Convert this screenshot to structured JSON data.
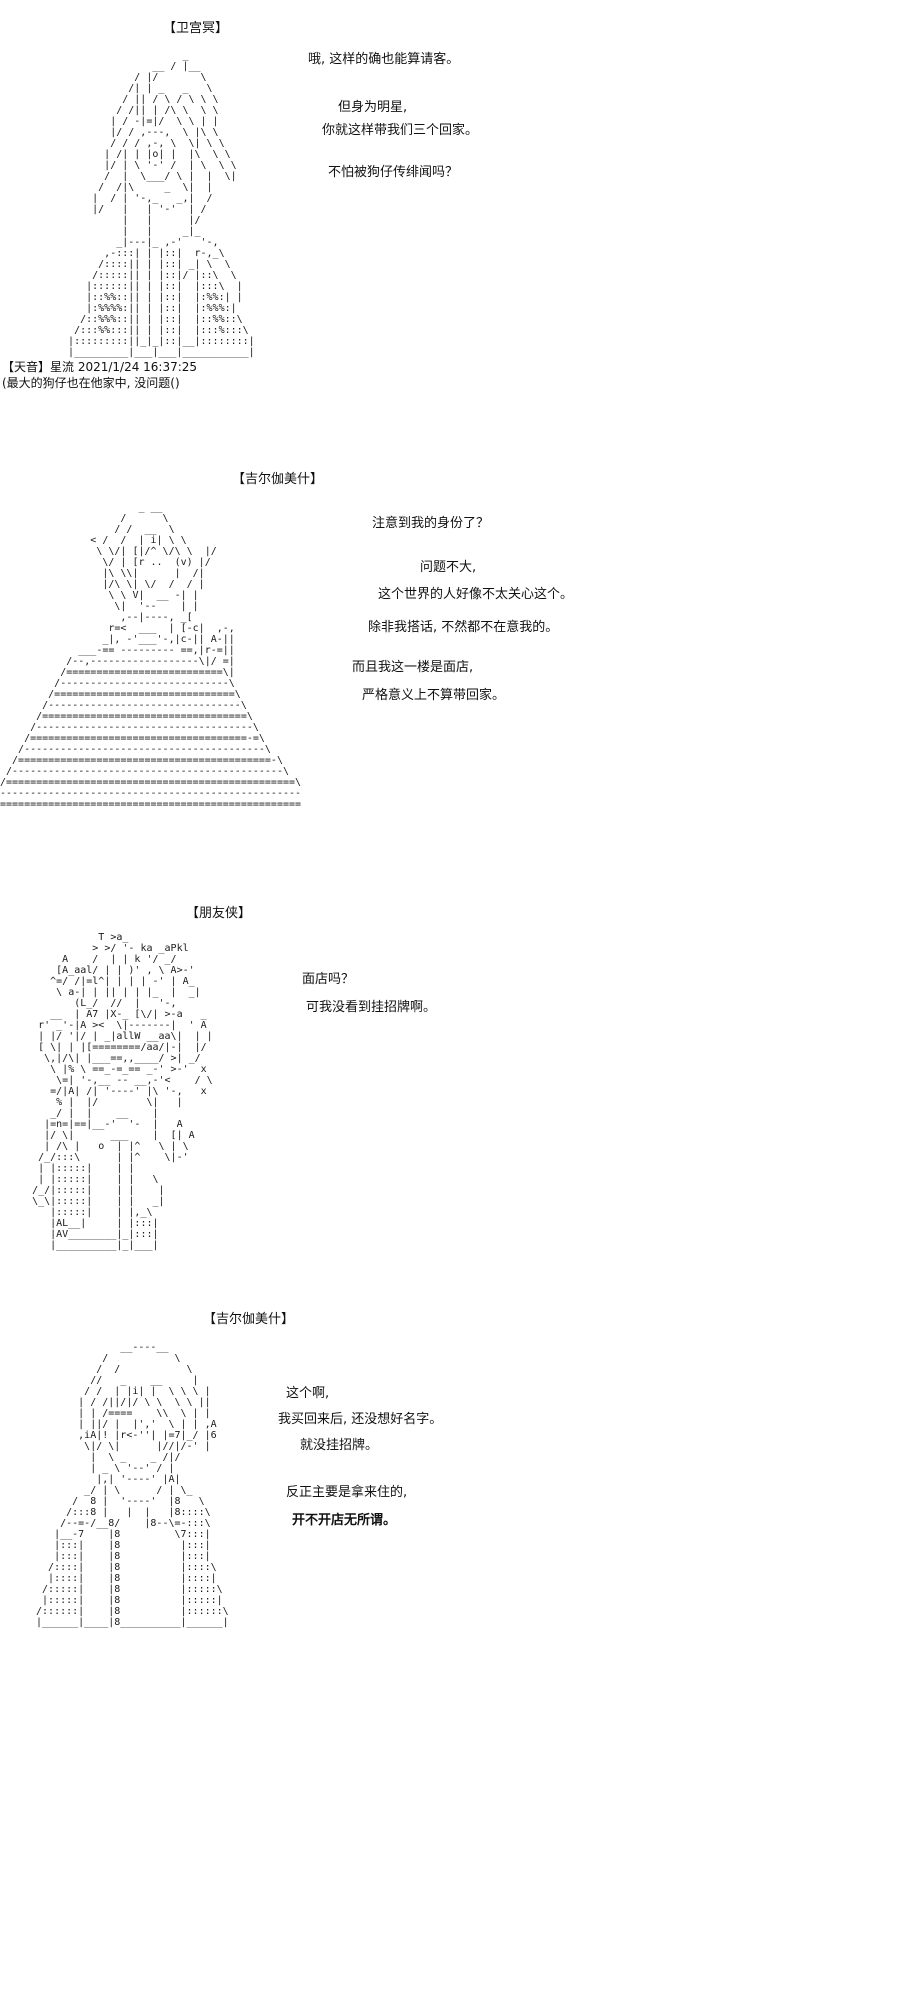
{
  "page": {
    "background": "#ffffff",
    "text_color": "#111111"
  },
  "sections": [
    {
      "title": "【卫宫冥】",
      "dialogue": [
        "哦, 这样的确也能算请客。",
        "但身为明星,",
        "你就这样带我们三个回家。",
        "不怕被狗仔传绯闻吗？"
      ],
      "meta": [
        "【天音】星流 2021/1/24 16:37:25",
        "(最大的狗仔也在他家中, 没问题()"
      ],
      "art": [
        "                      _",
        "                 __ / |__",
        "              / |/       \\",
        "             /| | _   _   \\",
        "            / || / \\ / \\ \\ \\",
        "           / /|| | /\\ \\  \\ \\",
        "          | / -|=|/  \\ \\ | |",
        "          |/ / ,---,  \\ |\\ \\",
        "          / / / ,-, \\  \\| \\ \\",
        "         | /| | |o| |  |\\  \\ \\",
        "         |/ | \\ '-' /  | \\  \\ \\",
        "         /  |  \\___/ \\ |  |  \\|",
        "        /  /|\\     _  \\|  |",
        "       |  / | '-,_   _,|  /",
        "       |/   |   | '-'  | /",
        "            |   |      |/",
        "            |   |     _|_",
        "           _|---|_ ,-'   '-,",
        "         ,-:::| | |::|  r-,_\\",
        "        /::::|| | |::| _| \\  \\",
        "       /:::::|| | |::|/ |::\\  \\",
        "      |::::::|| | |::|  |:::\\  |",
        "      |::%%::|| | |::|  |:%%:| |",
        "      |:%%%%:|| | |::|  |:%%%:|",
        "     /::%%%::|| | |::|  |::%%::\\",
        "    /:::%%:::|| | |::|  |:::%:::\\",
        "   |:::::::::||_|_|::|__|::::::::|",
        "   |_________|___|___|___________|"
      ]
    },
    {
      "title": "【吉尔伽美什】",
      "dialogue": [
        "注意到我的身份了？",
        "问题不大,",
        "这个世界的人好像不太关心这个。",
        "除非我搭话, 不然都不在意我的。",
        "而且我这一楼是面店,",
        "严格意义上不算带回家。"
      ],
      "meta": [],
      "art": [
        "                       _ __",
        "                    /      \\",
        "                   / /  __  \\",
        "               < /  /  | i| \\ \\",
        "                \\ \\/| [|/^ \\/\\ \\  |/",
        "                 \\/ | [r ..  (v) |/",
        "                 |\\ \\\\|      |  /|",
        "                 |/\\ \\| \\/  /  / |",
        "                  \\ \\ V|  __ -| |",
        "                   \\|  '--    | |",
        "                    ,--|----, _[",
        "                  r=<  ___  | [-c|  ,-,",
        "                 _|, -'___'-,|c-|| A-||",
        "             ___-== --------- ==,|r-=||",
        "           /--,------------------\\|/ =|",
        "          /==========================\\|",
        "         /----------------------------\\",
        "        /==============================\\",
        "       /--------------------------------\\",
        "      /==================================\\",
        "     /------------------------------------\\",
        "    /====================================-=\\",
        "   /----------------------------------------\\",
        "  /==========================================-\\",
        " /---------------------------------------------\\",
        "/================================================\\",
        "--------------------------------------------------",
        "=================================================="
      ]
    },
    {
      "title": "【朋友侠】",
      "dialogue": [
        "面店吗？",
        "可我没看到挂招牌啊。"
      ],
      "meta": [],
      "art": [
        "               T >a_",
        "              > >/ '- ka _aPkl",
        "         A    /  | | k '/ _/",
        "        [A_aal/ | | )' , \\ A>-'",
        "       ^=/ /|=l^| | | | -' | A_",
        "        \\ a-| | || | | |_  |  _|",
        "           (L_/  //  |   '-,",
        "       __  | A7 |X-_ [\\/| >-a   _",
        "     r' _'-|A ><  \\|-------|  ' A",
        "     | |/ '|/ | _|allW __aa\\|  | |",
        "     [ \\| | |[========/aa/|-|  |/",
        "      \\,|/\\| |___==,,____/ >| _/",
        "       \\ |% \\ ==_-=_== _-' >-'  x",
        "        \\=| '-,__ -- __,-'<    / \\",
        "       =/|A| /| '----' |\\ '-,   x",
        "        % |  |/        \\|   |",
        "       _/ |  |    __    |",
        "      |=n=|==|__-'  '-  |   A",
        "      |/ \\|      ___    |  [| A",
        "      | /\\ |   o  | |^   \\ | \\",
        "     /_/:::\\      | |^    \\|-'",
        "     | |:::::|    | |",
        "     | |:::::|    | |   \\",
        "    /_/|:::::|    | |    |",
        "    \\_\\|:::::|    | |   _|",
        "       |:::::|    | |,_\\",
        "       |AL__|     | |:::|",
        "       |AV________|_|:::|",
        "       |__________|_|___|"
      ]
    },
    {
      "title": "【吉尔伽美什】",
      "dialogue": [
        "这个啊,",
        "我买回来后, 还没想好名字。",
        "就没挂招牌。",
        "反正主要是拿来住的,",
        "开不开店无所谓。"
      ],
      "meta": [],
      "art": [
        "               __----__",
        "            /           \\",
        "           /  /           \\",
        "          //   _    __     |",
        "         / /  | |i| |  \\ \\ \\ |",
        "        | / /||/|/ \\ \\  \\ \\ ||",
        "        | | /====    \\\\  \\ | |",
        "        | ||/ |  |','  \\ | | ,A",
        "        ,iA|! |r<-''| |=7|_/ |6",
        "         \\|/ \\|      |//|/-' |",
        "          |  \\ _    _ /|/",
        "          | _ \\ '--' / |",
        "           |,| '----' |A|",
        "         _/ | \\      / | \\_",
        "       /  8 |  '----'  |8   \\",
        "      /:::8 |   |  |   |8::::\\",
        "     /--=-/__8/    |8--\\=-:::\\",
        "    |__-7    |8         \\7:::|",
        "    |:::|    |8          |:::|",
        "    |:::|    |8          |:::|",
        "   /::::|    |8          |::::\\",
        "   |::::|    |8          |::::|",
        "  /:::::|    |8          |:::::\\",
        "  |:::::|    |8          |:::::|",
        " /::::::|    |8          |::::::\\",
        " |______|____|8__________|______|"
      ]
    }
  ]
}
